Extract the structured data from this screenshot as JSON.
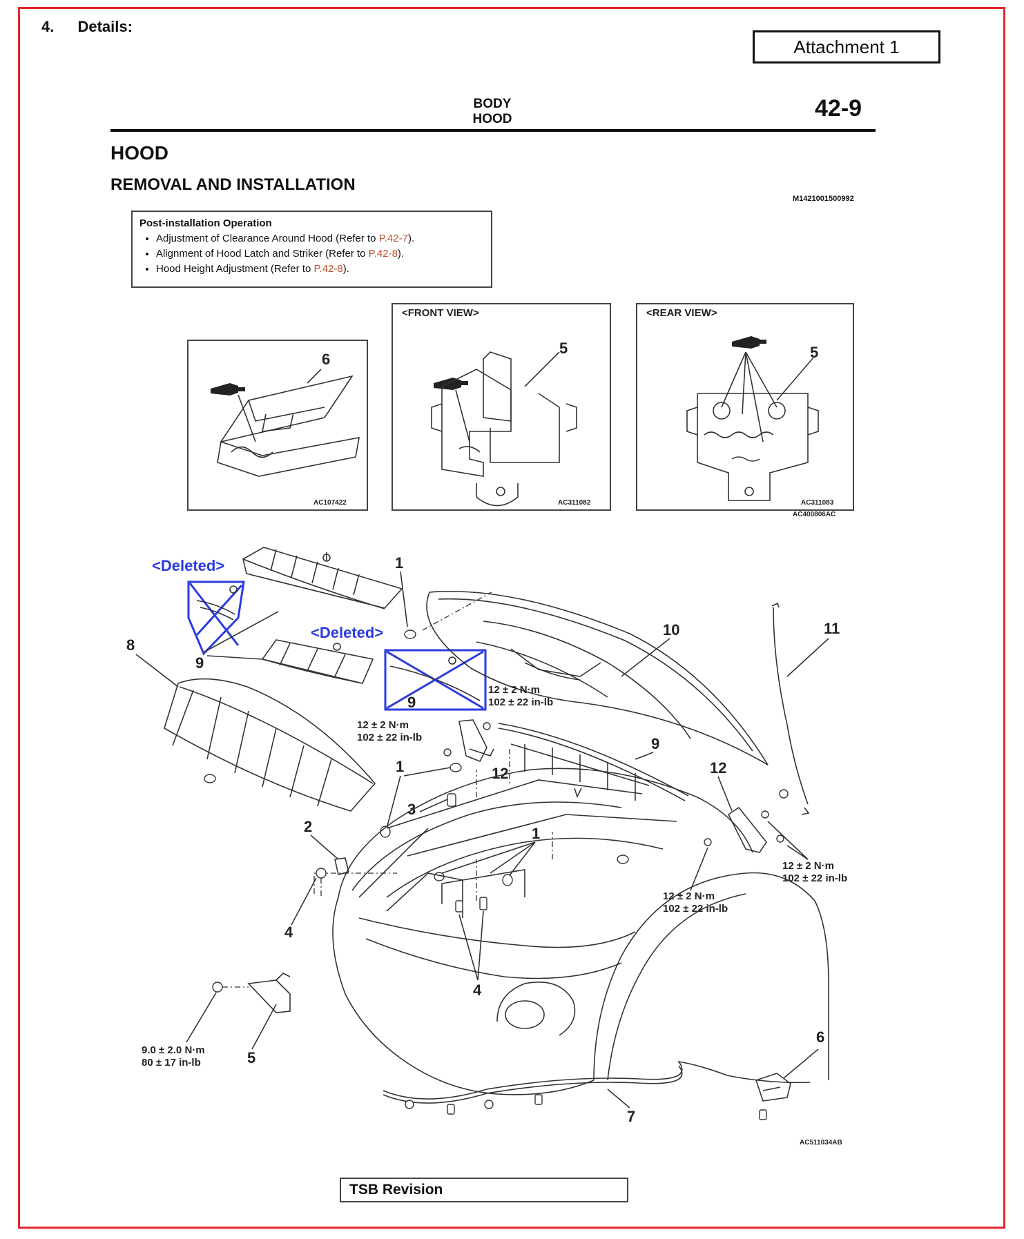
{
  "section": {
    "number": "4.",
    "label": "Details:"
  },
  "attachment": "Attachment 1",
  "page_header": {
    "group": "BODY",
    "sub": "HOOD",
    "page": "42-9"
  },
  "title": "HOOD",
  "subtitle": "REMOVAL AND INSTALLATION",
  "doc_code": "M1421001500992",
  "post_installation": {
    "heading": "Post-installation Operation",
    "items": [
      {
        "text": "Adjustment of Clearance Around Hood (Refer to ",
        "ref": "P.42-7",
        "end": ")."
      },
      {
        "text": "Alignment of Hood Latch and Striker (Refer to ",
        "ref": "P.42-8",
        "end": ")."
      },
      {
        "text": "Hood Height Adjustment (Refer to ",
        "ref": "P.42-8",
        "end": ")."
      }
    ]
  },
  "detail_views": [
    {
      "title": "",
      "part": "6",
      "code": "AC107422"
    },
    {
      "title": "<FRONT VIEW>",
      "part": "5",
      "code": "AC311082"
    },
    {
      "title": "<REAR VIEW>",
      "part": "5",
      "code": "AC311083"
    }
  ],
  "detail_group_code": "AC400806AC",
  "deleted_label": "<Deleted>",
  "part_labels": {
    "p1": "1",
    "p2": "2",
    "p3": "3",
    "p4": "4",
    "p5": "5",
    "p6": "6",
    "p7": "7",
    "p8": "8",
    "p9": "9",
    "p10": "10",
    "p11": "11",
    "p12": "12"
  },
  "torques": {
    "nm_12": "12 ± 2 N·m",
    "inlb_102": "102 ± 22 in-lb",
    "nm_9": "9.0 ± 2.0 N·m",
    "inlb_80": "80 ± 17 in-lb"
  },
  "main_code": "AC511034AB",
  "tsb": "TSB Revision",
  "colors": {
    "frame": "#e6262b",
    "deleted": "#2b3be0",
    "reference": "#c0502a"
  }
}
